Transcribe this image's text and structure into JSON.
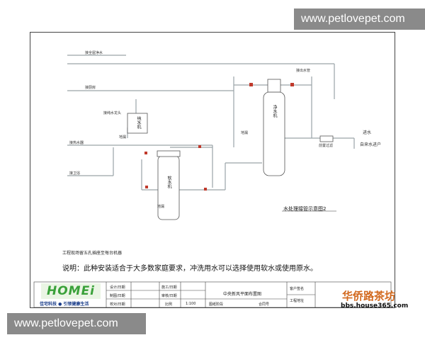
{
  "watermarks": {
    "top": "www.petlovepet.com",
    "bottom": "www.petlovepet.com"
  },
  "diagram": {
    "title": "水处理接管示意图2",
    "filter_label": "净水机",
    "softener_label": "软水机",
    "drinking_label": "纯水机",
    "inlet_label": "进水",
    "tap_label": "自来水进户",
    "prefilter_label": "前置过滤",
    "drain1": "地漏",
    "drain2": "地漏",
    "drain3": "地漏",
    "pipe_labels": [
      "接全屋净水",
      "接厨房",
      "接纯水龙头",
      "接热水器",
      "接卫浴",
      "接出水管"
    ],
    "note_small": "工程现场留五孔插座至每台机器",
    "note_big": "说明：此种安装适合于大多数家庭要求，冲洗用水可以选择使用软水或使用原水。"
  },
  "title_block": {
    "design": "设计/日期",
    "draw": "制图/日期",
    "check": "校对/日期",
    "construct": "施工/日期",
    "review": "审核/日期",
    "scale_label": "比例",
    "scale_value": "1:100",
    "drawing_name": "中央新风平面布置图",
    "stage": "图纸阶段",
    "contract": "合同号",
    "client": "客户签名",
    "site": "工程地址",
    "company": "佳宅科技 ● 引领健康生活",
    "logo": "HOMEi",
    "forum_logo": "华侨路茶坊",
    "forum_url": "bbs.house365.com"
  },
  "colors": {
    "pipe": "#9aa3a8",
    "valve": "#c0392b",
    "frame": "#444444",
    "logo_green": "#3aa13a"
  }
}
